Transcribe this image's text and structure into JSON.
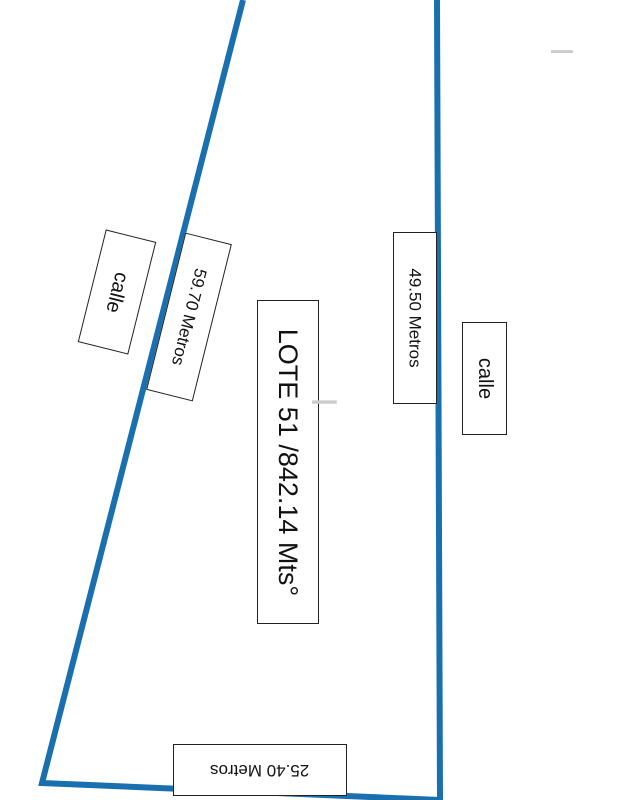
{
  "lot": {
    "label": "LOTE 51 /842.14 Mts°",
    "outline_color": "#1a6faf"
  },
  "sides": {
    "left_street": "calle",
    "left_length": "59.70 Metros",
    "right_length": "49.50 Metros",
    "right_street": "calle",
    "bottom_length": "25.40 Metros"
  },
  "icons": {
    "text_cursor_top": "text-cursor-icon",
    "text_cursor_center": "text-cursor-icon"
  }
}
